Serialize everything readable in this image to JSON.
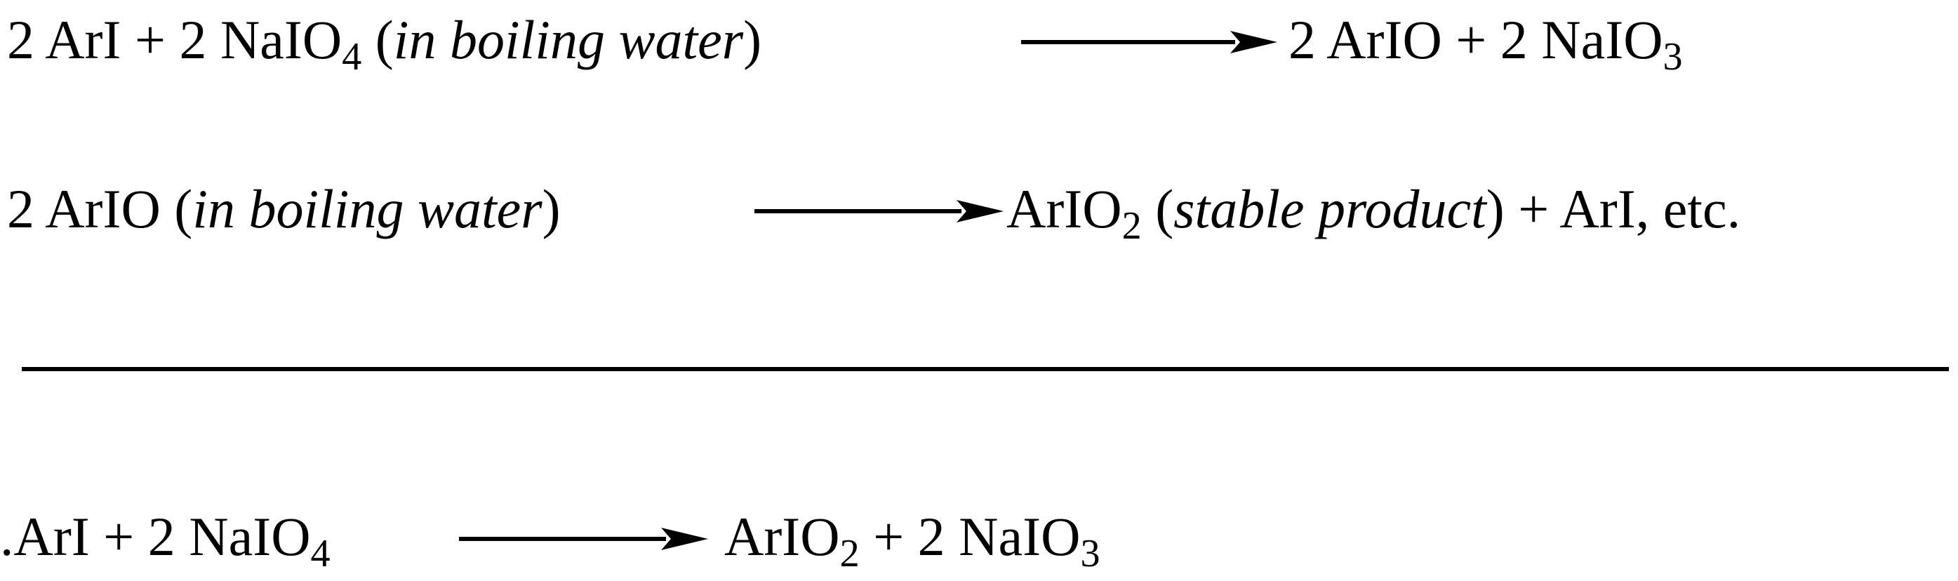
{
  "equations": [
    {
      "left": {
        "pre": "2 ArI + 2 NaIO",
        "sub": "4",
        "cond_open": " (",
        "cond": "in boiling water",
        "cond_close": ")"
      },
      "right": {
        "pre": "2 ArIO + 2 NaIO",
        "sub": "3"
      }
    },
    {
      "left": {
        "pre": "2 ArIO (",
        "cond": "in boiling water",
        "cond_close": ")"
      },
      "right": {
        "pre": "ArIO",
        "sub": "2",
        "mid": " (",
        "note": "stable product",
        "post": ") + ArI, etc."
      }
    }
  ],
  "net_equation": {
    "left": {
      "pre": ".ArI + 2 NaIO",
      "sub": "4"
    },
    "right": {
      "pre": "ArIO",
      "sub": "2",
      "post": " + 2 NaIO",
      "sub2": "3"
    }
  }
}
